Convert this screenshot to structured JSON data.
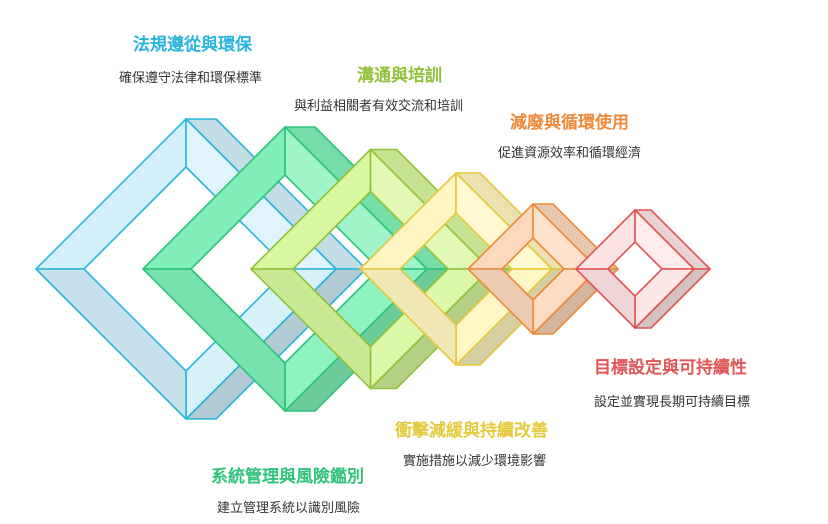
{
  "steps": [
    {
      "title": "法規遵從與環保",
      "desc": "確保遵守法律和環保標準",
      "color": "#2ab5dc",
      "fill": "#d4f0fb"
    },
    {
      "title": "系統管理與風險鑑別",
      "desc": "建立管理系統以識別風險",
      "color": "#2ec27a",
      "fill": "#80f0b8"
    },
    {
      "title": "溝通與培訓",
      "desc": "與利益相關者有效交流和培訓",
      "color": "#8fc23a",
      "fill": "#d8f79e"
    },
    {
      "title": "衝擊減緩與持續改善",
      "desc": "實施措施以減少環境影響",
      "color": "#e3c93c",
      "fill": "#fff5c2"
    },
    {
      "title": "減廢與循環使用",
      "desc": "促進資源效率和循環經濟",
      "color": "#ee8a3a",
      "fill": "#fcd8bc"
    },
    {
      "title": "目標設定與可持續性",
      "desc": "設定並實現長期可持續目標",
      "color": "#e05555",
      "fill": "#fde4e4"
    }
  ]
}
